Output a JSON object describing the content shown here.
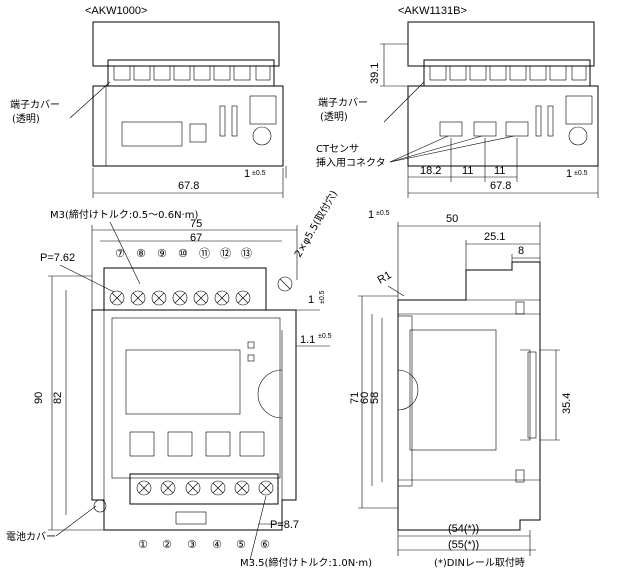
{
  "titles": {
    "left": "<AKW1000>",
    "right": "<AKW1131B>"
  },
  "labels": {
    "terminal_cover_1": "端子カバー",
    "terminal_cover_2": "(透明)",
    "ct_sensor_1": "CTセンサ",
    "ct_sensor_2": "挿入用コネクタ",
    "m3_torque": "M3(締付けトルク:0.5～0.6N·m)",
    "mount_hole": "2×φ5.5(取付穴)",
    "battery_cover": "電池カバー",
    "m35_torque": "M3.5(締付けトルク:1.0N·m)",
    "din_note": "(*)DINレール取付時"
  },
  "dimensions": {
    "w_67_8": "67.8",
    "h_39_1": "39.1",
    "tol_1": "1",
    "tol_05": "±0.5",
    "d_18_2": "18.2",
    "d_11a": "11",
    "d_11b": "11",
    "w_75": "75",
    "w_67": "67",
    "p_762": "P=7.62",
    "h_90": "90",
    "h_82": "82",
    "p_87": "P=8.7",
    "d_1": "1",
    "d_1_1": "1.1",
    "d_50": "50",
    "d_25_1": "25.1",
    "d_8": "8",
    "r1": "R1",
    "h_71": "71",
    "h_60": "60",
    "h_58": "58",
    "h_35_4": "35.4",
    "d_54": "(54(*))",
    "d_55": "(55(*))"
  },
  "terminals_top": [
    "⑦",
    "⑧",
    "⑨",
    "⑩",
    "⑪",
    "⑫",
    "⑬"
  ],
  "terminals_bottom": [
    "①",
    "②",
    "③",
    "④",
    "⑤",
    "⑥"
  ]
}
